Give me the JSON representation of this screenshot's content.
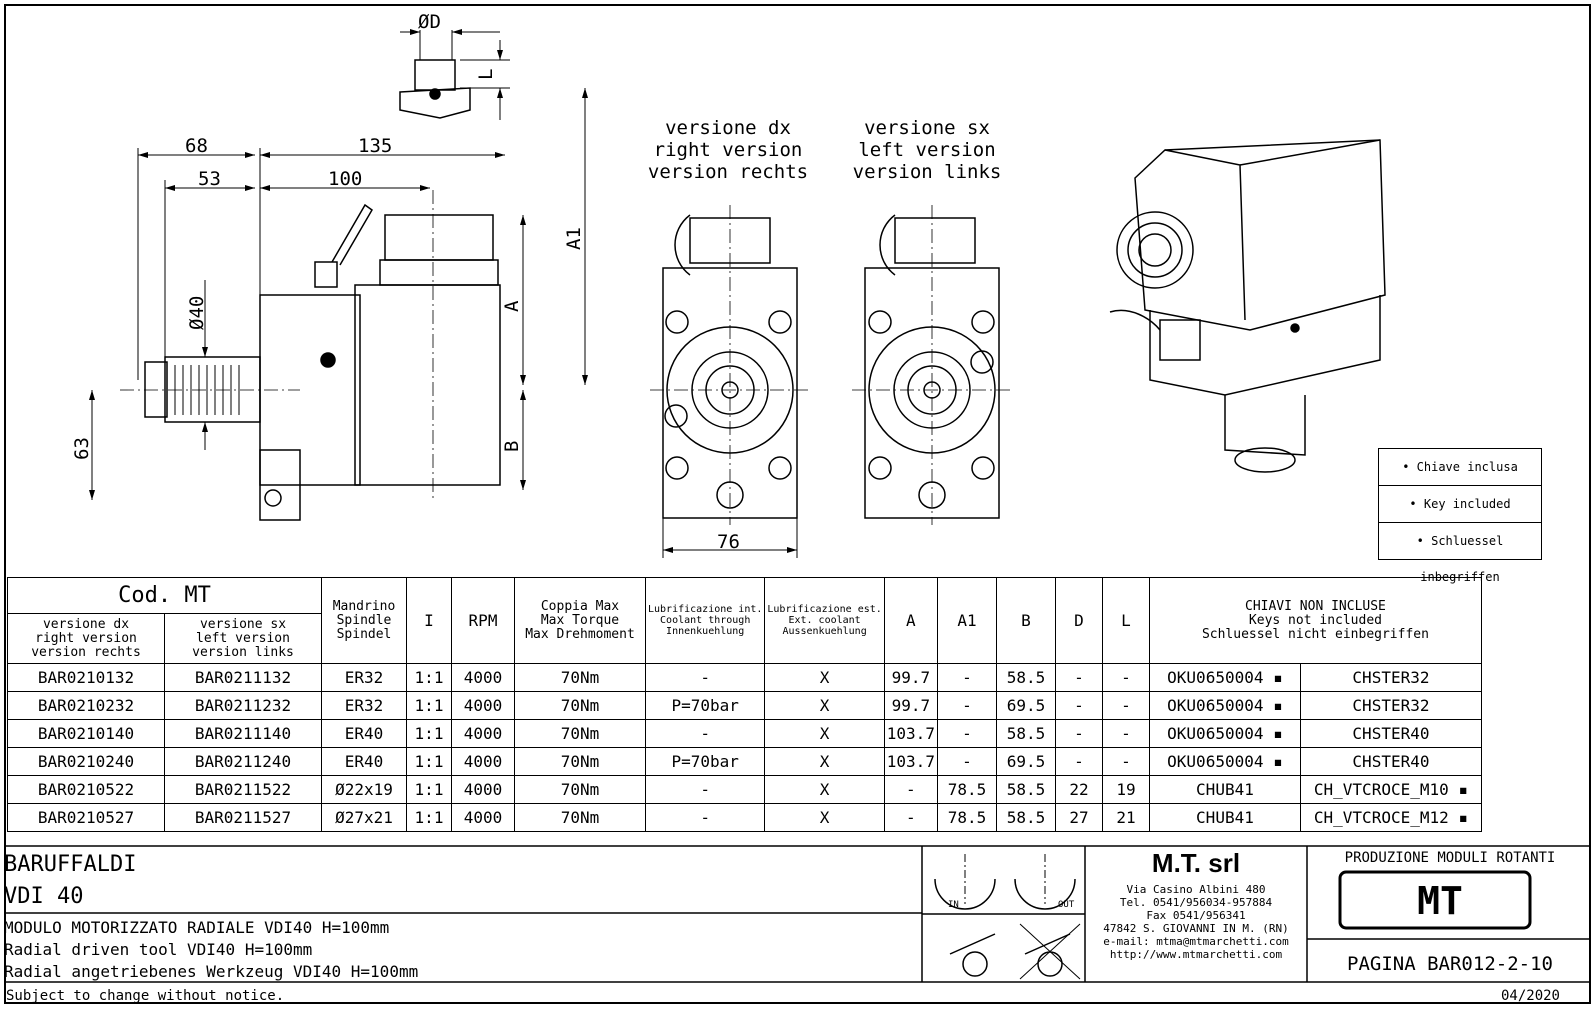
{
  "dims": {
    "od_top": "ØD",
    "l_top": "L",
    "d68": "68",
    "d135": "135",
    "d53": "53",
    "d100": "100",
    "a1": "A1",
    "a": "A",
    "b": "B",
    "d40": "Ø40",
    "d63": "63",
    "d76": "76"
  },
  "views": {
    "right": [
      "versione dx",
      "right version",
      "version rechts"
    ],
    "left": [
      "versione sx",
      "left version",
      "version links"
    ]
  },
  "keys_box": [
    "• Chiave inclusa",
    "• Key included",
    "• Schluessel inbegriffen"
  ],
  "table": {
    "cod_mt": "Cod. MT",
    "col_dx": [
      "versione dx",
      "right version",
      "version rechts"
    ],
    "col_sx": [
      "versione sx",
      "left version",
      "version links"
    ],
    "col_spindle": [
      "Mandrino",
      "Spindle",
      "Spindel"
    ],
    "col_i": "I",
    "col_rpm": "RPM",
    "col_torque": [
      "Coppia Max",
      "Max Torque",
      "Max Drehmoment"
    ],
    "col_lub_int": [
      "Lubrificazione int.",
      "Coolant through",
      "Innenkuehlung"
    ],
    "col_lub_ext": [
      "Lubrificazione est.",
      "Ext. coolant",
      "Aussenkuehlung"
    ],
    "col_a": "A",
    "col_a1": "A1",
    "col_b": "B",
    "col_d": "D",
    "col_l": "L",
    "col_keys": [
      "CHIAVI NON INCLUSE",
      "Keys not included",
      "Schluessel nicht einbegriffen"
    ],
    "rows": [
      {
        "dx": "BAR0210132",
        "sx": "BAR0211132",
        "spindle": "ER32",
        "i": "1:1",
        "rpm": "4000",
        "torque": "70Nm",
        "lub_int": "-",
        "lub_ext": "X",
        "a": "99.7",
        "a1": "-",
        "b": "58.5",
        "d": "-",
        "l": "-",
        "key1": "OKU0650004 ▪",
        "key2": "CHSTER32"
      },
      {
        "dx": "BAR0210232",
        "sx": "BAR0211232",
        "spindle": "ER32",
        "i": "1:1",
        "rpm": "4000",
        "torque": "70Nm",
        "lub_int": "P=70bar",
        "lub_ext": "X",
        "a": "99.7",
        "a1": "-",
        "b": "69.5",
        "d": "-",
        "l": "-",
        "key1": "OKU0650004 ▪",
        "key2": "CHSTER32"
      },
      {
        "dx": "BAR0210140",
        "sx": "BAR0211140",
        "spindle": "ER40",
        "i": "1:1",
        "rpm": "4000",
        "torque": "70Nm",
        "lub_int": "-",
        "lub_ext": "X",
        "a": "103.7",
        "a1": "-",
        "b": "58.5",
        "d": "-",
        "l": "-",
        "key1": "OKU0650004 ▪",
        "key2": "CHSTER40"
      },
      {
        "dx": "BAR0210240",
        "sx": "BAR0211240",
        "spindle": "ER40",
        "i": "1:1",
        "rpm": "4000",
        "torque": "70Nm",
        "lub_int": "P=70bar",
        "lub_ext": "X",
        "a": "103.7",
        "a1": "-",
        "b": "69.5",
        "d": "-",
        "l": "-",
        "key1": "OKU0650004 ▪",
        "key2": "CHSTER40"
      },
      {
        "dx": "BAR0210522",
        "sx": "BAR0211522",
        "spindle": "Ø22x19",
        "i": "1:1",
        "rpm": "4000",
        "torque": "70Nm",
        "lub_int": "-",
        "lub_ext": "X",
        "a": "-",
        "a1": "78.5",
        "b": "58.5",
        "d": "22",
        "l": "19",
        "key1": "CHUB41",
        "key2": "CH_VTCROCE_M10 ▪"
      },
      {
        "dx": "BAR0210527",
        "sx": "BAR0211527",
        "spindle": "Ø27x21",
        "i": "1:1",
        "rpm": "4000",
        "torque": "70Nm",
        "lub_int": "-",
        "lub_ext": "X",
        "a": "-",
        "a1": "78.5",
        "b": "58.5",
        "d": "27",
        "l": "21",
        "key1": "CHUB41",
        "key2": "CH_VTCROCE_M12 ▪"
      }
    ]
  },
  "title_block": {
    "brand": "BARUFFALDI",
    "model": "VDI 40",
    "desc_it": "MODULO MOTORIZZATO RADIALE VDI40 H=100mm",
    "desc_en": "Radial driven tool VDI40 H=100mm",
    "desc_de": "Radial angetriebenes Werkzeug VDI40 H=100mm",
    "rot_in": "IN",
    "rot_out": "OUT",
    "company": "M.T. srl",
    "address": [
      "Via Casino Albini 480",
      "Tel. 0541/956034-957884",
      "Fax 0541/956341",
      "47842 S. GIOVANNI IN M. (RN)",
      "e-mail: mtma@mtmarchetti.com",
      "http://www.mtmarchetti.com"
    ],
    "production": "PRODUZIONE MODULI ROTANTI",
    "logo": "MT",
    "page": "PAGINA BAR012-2-10"
  },
  "footer": {
    "notice": "Subject to change without notice.",
    "date": "04/2020"
  }
}
